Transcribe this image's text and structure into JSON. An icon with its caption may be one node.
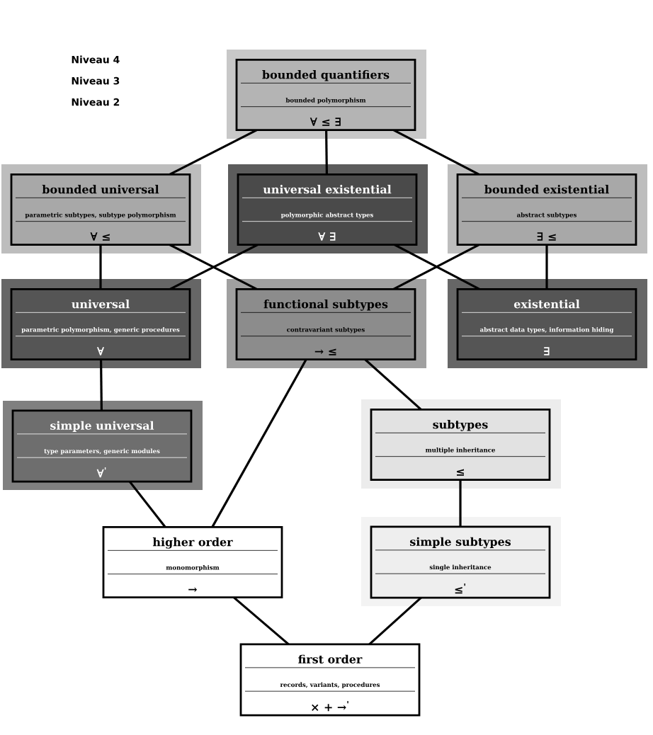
{
  "diagram": {
    "nodes": [
      {
        "text": [
          "bounded quantifiers",
          "bounded polymorphism",
          "∀ ≤ ∃"
        ]
      },
      {
        "text": [
          "bounded universal",
          "parametric subtypes, subtype polymorphism",
          "∀ ≤"
        ]
      },
      {
        "text": [
          "universal existential",
          "polymorphic abstract types",
          "∀ ∃"
        ]
      },
      {
        "text": [
          "bounded existential",
          "abstract subtypes",
          "∃ ≤"
        ]
      },
      {
        "text": [
          "universal",
          "parametric polymorphism, generic procedures",
          "∀"
        ]
      },
      {
        "text": [
          "functional subtypes",
          "contravariant subtypes",
          "→ ≤"
        ]
      },
      {
        "text": [
          "existential",
          "abstract data types, information hiding",
          "∃"
        ]
      },
      {
        "text": [
          "simple universal",
          "type parameters, generic modules",
          "∀$^{'}$"
        ]
      },
      {
        "text": [
          "subtypes",
          "multiple inheritance",
          "≤"
        ]
      },
      {
        "text": [
          "higher order",
          "monomorphism",
          "→"
        ]
      },
      {
        "text": [
          "simple subtypes",
          "single inheritance",
          "≤$^{'}$"
        ]
      },
      {
        "text": [
          "first order",
          "records, variants, procedures",
          "× + →$^{'}$"
        ]
      }
    ],
    "edges": [
      {
        "from": 0,
        "to": 1,
        "arrow": "none"
      },
      {
        "from": 0,
        "to": 2,
        "arrow": "none"
      },
      {
        "from": 0,
        "to": 3,
        "arrow": "none"
      },
      {
        "from": 1,
        "to": 4,
        "arrow": "none"
      },
      {
        "from": 1,
        "to": 5,
        "arrow": "none"
      },
      {
        "from": 2,
        "to": 4,
        "arrow": "none"
      },
      {
        "from": 2,
        "to": 6,
        "arrow": "none"
      },
      {
        "from": 3,
        "to": 5,
        "arrow": "none"
      },
      {
        "from": 3,
        "to": 6,
        "arrow": "none"
      },
      {
        "from": 4,
        "to": 7,
        "arrow": "none"
      },
      {
        "from": 7,
        "to": 9,
        "arrow": "none"
      },
      {
        "from": 5,
        "to": 9,
        "arrow": "none"
      },
      {
        "from": 5,
        "to": 8,
        "arrow": "none"
      },
      {
        "from": 8,
        "to": 10,
        "arrow": "none"
      },
      {
        "from": 9,
        "to": 11,
        "arrow": "none"
      },
      {
        "from": 10,
        "to": 11,
        "arrow": "none"
      }
    ],
    "labels": [
      "Niveau 4",
      "Niveau 3",
      "Niveau 2"
    ]
  }
}
